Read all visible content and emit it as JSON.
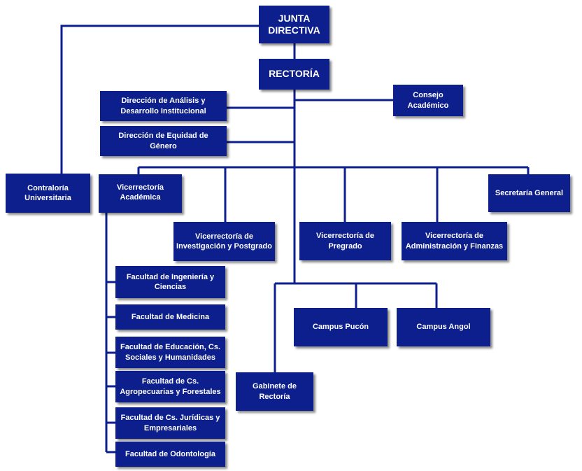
{
  "org_chart": {
    "junta_directiva": "JUNTA\nDIRECTIVA",
    "rectoria": "RECTORÍA",
    "direccion_analisis": "Dirección de Análisis y\nDesarrollo Institucional",
    "direccion_equidad": "Dirección de Equidad de\nGénero",
    "consejo_academico": "Consejo\nAcadémico",
    "contraloria": "Contraloría\nUniversitaria",
    "vicerrectoria_academica": "Vicerrectoría\nAcadémica",
    "vicerrectoria_investigacion": "Vicerrectoría de\nInvestigación y Postgrado",
    "vicerrectoria_pregrado": "Vicerrectoría de\nPregrado",
    "vicerrectoria_administracion": "Vicerrectoría de\nAdministración y Finanzas",
    "secretaria_general": "Secretaría General",
    "gabinete_rectoria": "Gabinete de\nRectoría",
    "campus_pucon": "Campus Pucón",
    "campus_angol": "Campus Angol",
    "facultades": [
      "Facultad de Ingeniería y\nCiencias",
      "Facultad de Medicina",
      "Facultad de Educación, Cs.\nSociales y Humanidades",
      "Facultad de Cs.\nAgropecuarias y Forestales",
      "Facultad de Cs. Jurídicas y\nEmpresariales",
      "Facultad de Odontología"
    ],
    "box_color": "#0d1f8c",
    "line_color": "#0d1f8c"
  }
}
